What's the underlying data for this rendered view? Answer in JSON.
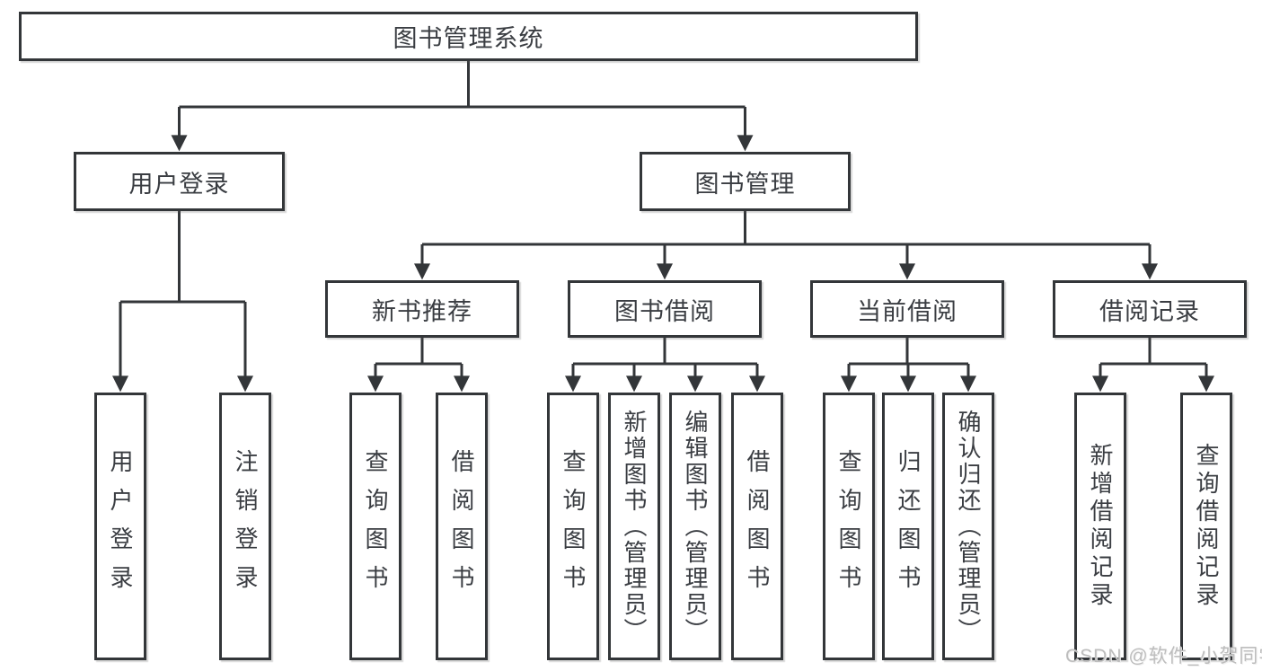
{
  "diagram_type": "hierarchy-tree",
  "nodes": {
    "root": {
      "label": "图书管理系统",
      "level": 1
    },
    "user_login": {
      "label": "用户登录",
      "level": 2,
      "parent": "root"
    },
    "book_mgmt": {
      "label": "图书管理",
      "level": 2,
      "parent": "root"
    },
    "new_book_rec": {
      "label": "新书推荐",
      "level": 3,
      "parent": "book_mgmt"
    },
    "book_borrow": {
      "label": "图书借阅",
      "level": 3,
      "parent": "book_mgmt"
    },
    "current_borrow": {
      "label": "当前借阅",
      "level": 3,
      "parent": "book_mgmt"
    },
    "borrow_records": {
      "label": "借阅记录",
      "level": 3,
      "parent": "book_mgmt"
    },
    "leaf_user_login": {
      "label": "用户登录",
      "level": 4,
      "parent": "user_login"
    },
    "leaf_logout": {
      "label": "注销登录",
      "level": 4,
      "parent": "user_login"
    },
    "leaf_query_book_a": {
      "label": "查询图书",
      "level": 4,
      "parent": "new_book_rec"
    },
    "leaf_borrow_book_a": {
      "label": "借阅图书",
      "level": 4,
      "parent": "new_book_rec"
    },
    "leaf_query_book_b": {
      "label": "查询图书",
      "level": 4,
      "parent": "book_borrow"
    },
    "leaf_add_book": {
      "label": "新增图书（管理员）",
      "level": 4,
      "parent": "book_borrow"
    },
    "leaf_edit_book": {
      "label": "编辑图书（管理员）",
      "level": 4,
      "parent": "book_borrow"
    },
    "leaf_borrow_book_b": {
      "label": "借阅图书",
      "level": 4,
      "parent": "book_borrow"
    },
    "leaf_query_book_c": {
      "label": "查询图书",
      "level": 4,
      "parent": "current_borrow"
    },
    "leaf_return_book": {
      "label": "归还图书",
      "level": 4,
      "parent": "current_borrow"
    },
    "leaf_confirm_return": {
      "label": "确认归还（管理员）",
      "level": 4,
      "parent": "current_borrow"
    },
    "leaf_add_record": {
      "label": "新增借阅记录",
      "level": 4,
      "parent": "borrow_records"
    },
    "leaf_query_record": {
      "label": "查询借阅记录",
      "level": 4,
      "parent": "borrow_records"
    }
  },
  "edges": [
    {
      "from": "root",
      "to": "user_login"
    },
    {
      "from": "root",
      "to": "book_mgmt"
    },
    {
      "from": "user_login",
      "to": "leaf_user_login"
    },
    {
      "from": "user_login",
      "to": "leaf_logout"
    },
    {
      "from": "book_mgmt",
      "to": "new_book_rec"
    },
    {
      "from": "book_mgmt",
      "to": "book_borrow"
    },
    {
      "from": "book_mgmt",
      "to": "current_borrow"
    },
    {
      "from": "book_mgmt",
      "to": "borrow_records"
    },
    {
      "from": "new_book_rec",
      "to": "leaf_query_book_a"
    },
    {
      "from": "new_book_rec",
      "to": "leaf_borrow_book_a"
    },
    {
      "from": "book_borrow",
      "to": "leaf_query_book_b"
    },
    {
      "from": "book_borrow",
      "to": "leaf_add_book"
    },
    {
      "from": "book_borrow",
      "to": "leaf_edit_book"
    },
    {
      "from": "book_borrow",
      "to": "leaf_borrow_book_b"
    },
    {
      "from": "current_borrow",
      "to": "leaf_query_book_c"
    },
    {
      "from": "current_borrow",
      "to": "leaf_return_book"
    },
    {
      "from": "current_borrow",
      "to": "leaf_confirm_return"
    },
    {
      "from": "borrow_records",
      "to": "leaf_add_record"
    },
    {
      "from": "borrow_records",
      "to": "leaf_query_record"
    }
  ],
  "watermark": {
    "text": "CSDN @软件_小贺同学"
  },
  "colors": {
    "line": "#333639",
    "box_border": "#333639",
    "text": "#3a3d42",
    "background": "#ffffff",
    "watermark": "#bdbdbd"
  }
}
